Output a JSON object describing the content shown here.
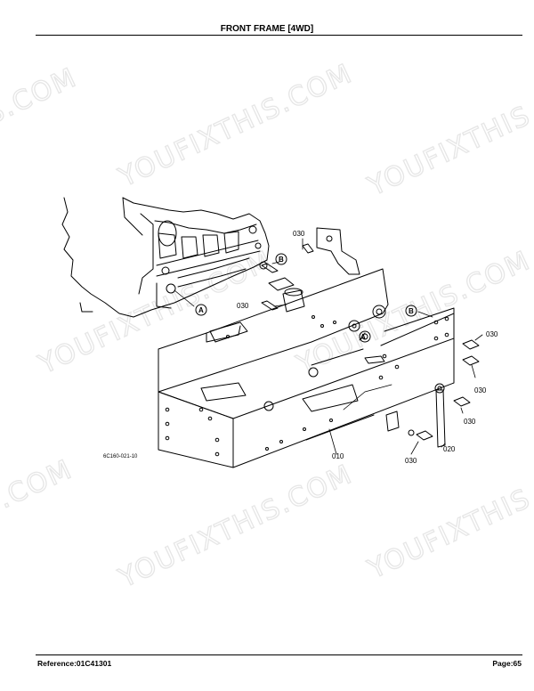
{
  "header": {
    "title": "FRONT FRAME [4WD]"
  },
  "footer": {
    "reference": "Reference:01C41301",
    "page": "Page:65"
  },
  "diagram": {
    "drawing_ref": "6C160-021-10",
    "callouts": [
      "030",
      "030",
      "030",
      "030",
      "030",
      "030",
      "020",
      "010"
    ],
    "circle_labels": [
      "A",
      "B",
      "A",
      "B"
    ]
  },
  "watermark": {
    "text": "YOUFIXTHIS.COM",
    "text_short": "YOUFIXTHIS",
    "text_tail": "S.COM"
  }
}
